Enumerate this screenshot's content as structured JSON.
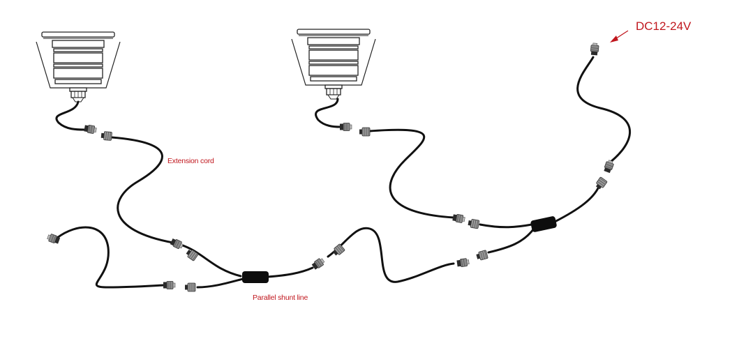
{
  "labels": {
    "extension_cord": "Extension cord",
    "parallel_shunt_line": "Parallel shunt line",
    "voltage": "DC12-24V"
  },
  "colors": {
    "annotation": "#c0161d",
    "cable": "#111111",
    "connector_body": "#8a8a8a",
    "connector_dark": "#2a2a2a"
  },
  "icons": [
    "downlight-fixture",
    "cable-connector",
    "splitter-box",
    "arrow"
  ]
}
